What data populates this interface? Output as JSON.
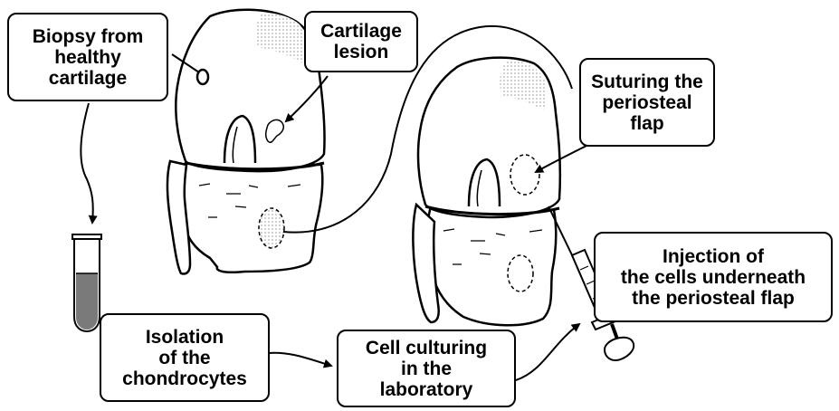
{
  "diagram": {
    "labels": {
      "biopsy": [
        "Biopsy from",
        "healthy",
        "cartilage"
      ],
      "lesion": [
        "Cartilage",
        "lesion"
      ],
      "suturing": [
        "Suturing the",
        "periosteal",
        "flap"
      ],
      "injection": [
        "Injection of",
        "the cells underneath",
        "the periosteal flap"
      ],
      "isolation": [
        "Isolation",
        "of the",
        "chondrocytes"
      ],
      "culturing": [
        "Cell culturing",
        "in the",
        "laboratory"
      ]
    },
    "colors": {
      "stroke": "#000000",
      "background": "#ffffff",
      "shading": "#bdbdbd",
      "tube_fluid": "#7a7a7a"
    }
  }
}
